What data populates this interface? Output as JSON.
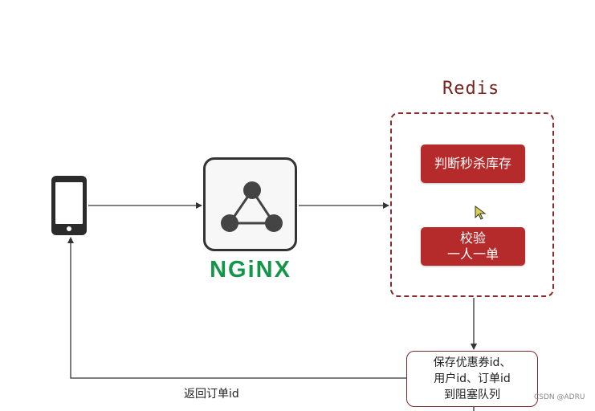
{
  "redis": {
    "title": "Redis",
    "steps": [
      {
        "label": "判断秒杀库存"
      },
      {
        "line1": "校验",
        "line2": "一人一单"
      }
    ]
  },
  "nginx": {
    "label": "NGiNX",
    "brand_color": "#14964a"
  },
  "queue": {
    "lines": [
      "保存优惠券id、",
      "用户id、订单id",
      "到阻塞队列"
    ]
  },
  "return_label": "返回订单id",
  "watermark": "CSDN @ADRU",
  "colors": {
    "redis_accent": "#b52a2a",
    "dashed_border": "#8b2a2a",
    "arrow": "#333333"
  }
}
